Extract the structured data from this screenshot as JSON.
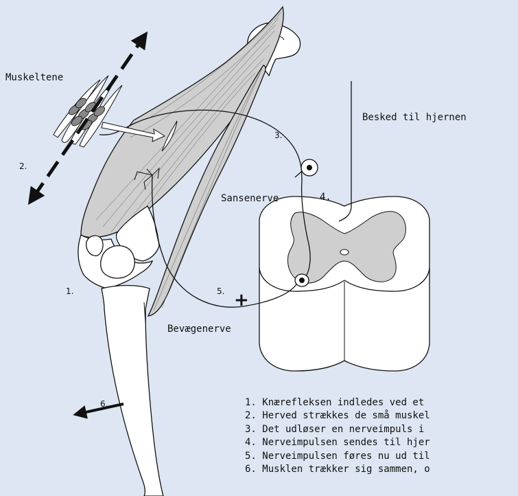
{
  "labels": {
    "muscle_spindles": "Muskeltene",
    "message_to_brain": "Besked til hjernen",
    "sensory_nerve": "Sansenerve",
    "motor_nerve": "Bevægenerve",
    "plus_sign": "+"
  },
  "step_markers": {
    "m1": "1.",
    "m2": "2.",
    "m3": "3.",
    "m4": "4.",
    "m5": "5.",
    "m6": "6."
  },
  "steps": [
    "1. Knærefleksen indledes ved et",
    "2. Herved strækkes de små muskel",
    "3. Det udløser en nerveimpuls i",
    "4. Nerveimpulsen sendes til hjer",
    "5. Nerveimpulsen føres nu ud til",
    "6. Musklen trækker sig sammen, o"
  ],
  "colors": {
    "background": "#dde6f2",
    "muscle": "#cfcfcf",
    "bone": "#ffffff",
    "gray_matter": "#cfcfcf",
    "ink": "#111111"
  }
}
